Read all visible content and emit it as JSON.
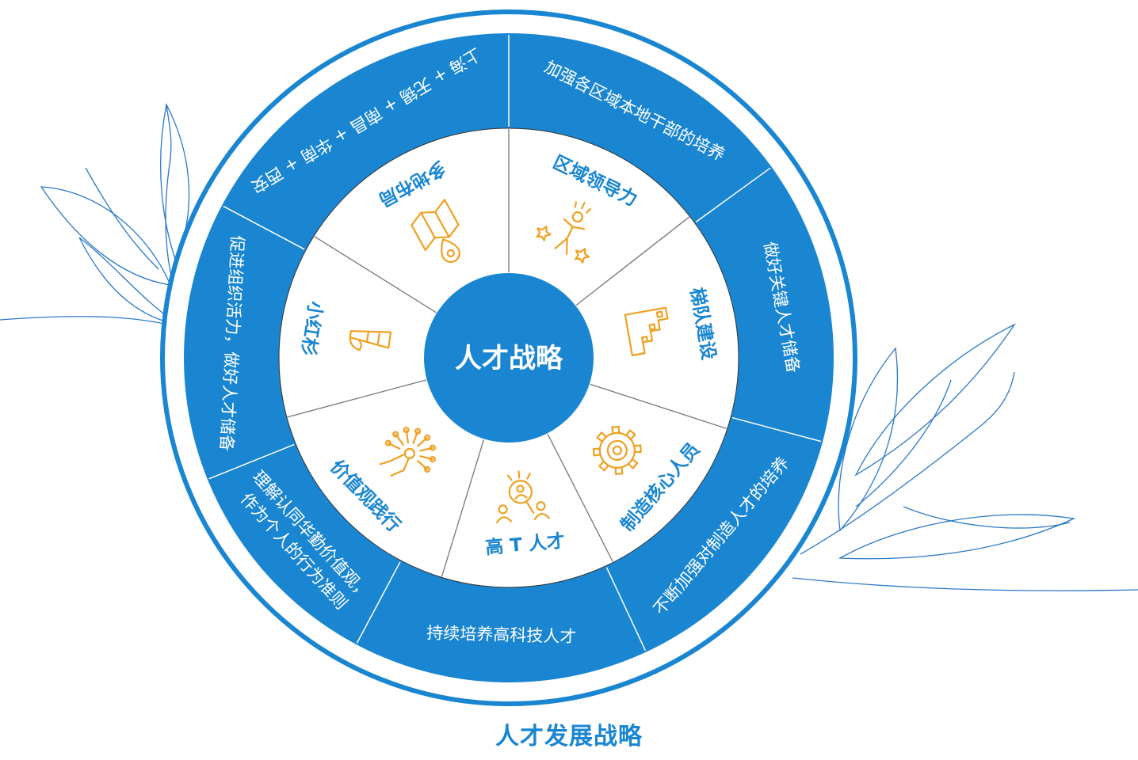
{
  "center": {
    "label": "人才战略"
  },
  "footer": {
    "title": "人才发展战略"
  },
  "inner_segments": [
    {
      "label": "区域领导力",
      "icon": "leadership-person-stars-icon"
    },
    {
      "label": "梯队建设",
      "icon": "echelon-blocks-icon"
    },
    {
      "label": "制造核心人员",
      "icon": "gear-icon"
    },
    {
      "label": "高 T 人才",
      "icon": "talent-search-icon"
    },
    {
      "label": "价值观践行",
      "icon": "values-network-icon"
    },
    {
      "label": "小红杉",
      "icon": "sapling-icon"
    },
    {
      "label": "多地布局",
      "icon": "map-location-icon"
    }
  ],
  "outer_segments": [
    {
      "label": "加强各区域本地干部的培养"
    },
    {
      "label": "做好关键人才储备"
    },
    {
      "label": "不断加强对制造人才的培养"
    },
    {
      "label": "持续培养高科技人才"
    },
    {
      "label": "理解认同华勤价值观，作为个人的行为准则"
    },
    {
      "label": "促进组织活力，做好人才储备"
    },
    {
      "label": "上海 + 无锡 + 南昌 + 华南 + 西安"
    }
  ],
  "colors": {
    "primary_blue": "#1a86d2",
    "icon_orange": "#f0a020",
    "divider_gray": "#777777"
  }
}
